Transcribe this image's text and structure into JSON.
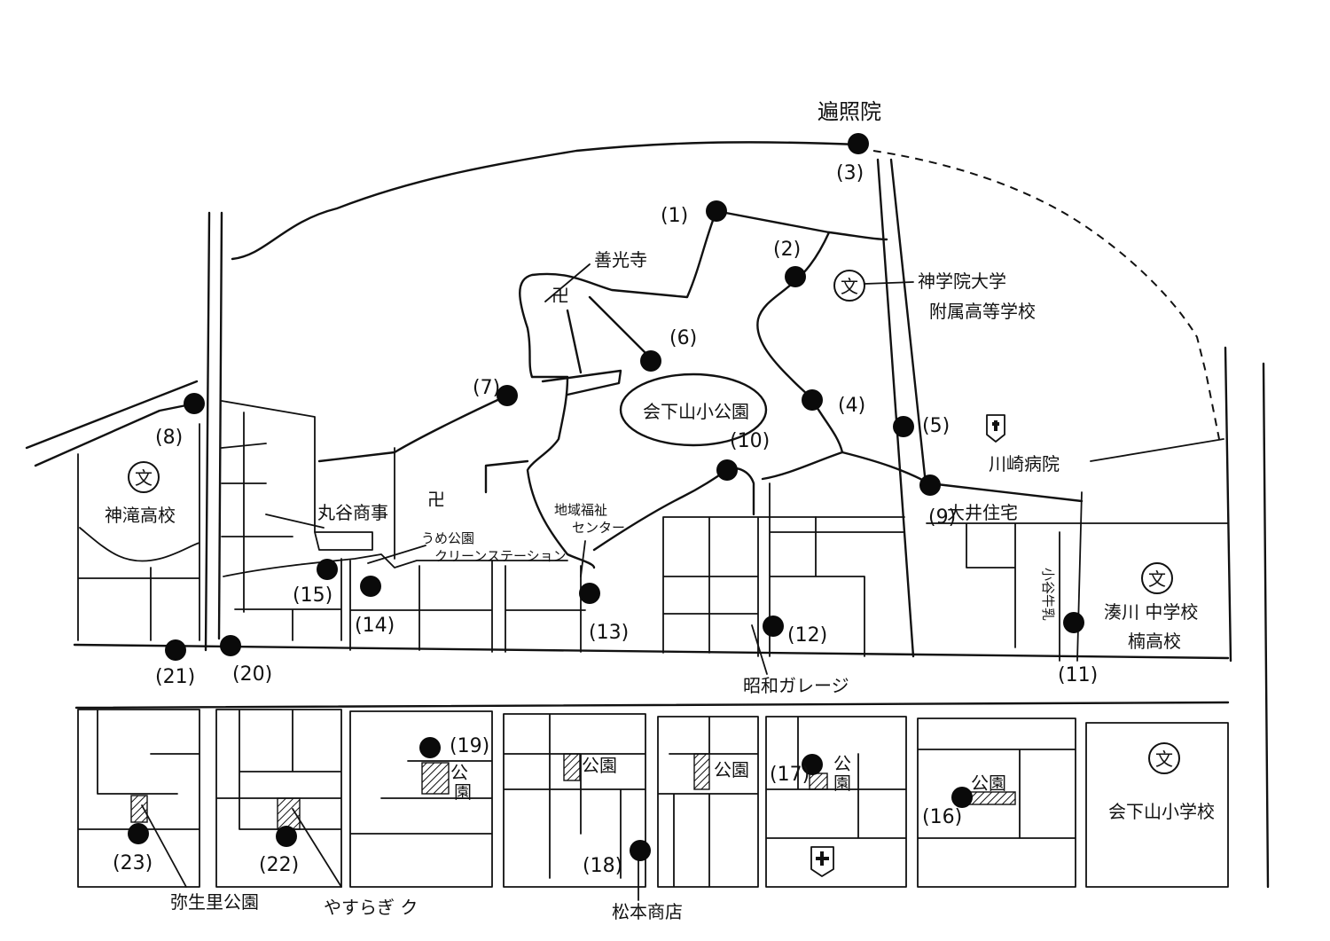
{
  "landmarks": {
    "henshoin": "遍照院",
    "zenkoji": "善光寺",
    "kanrin_highschool": "神学院大学\n附属高等学校",
    "kanrin_line1": "神学院大学",
    "kanrin_line2": "附属高等学校",
    "park_main": "会下山小公園",
    "kawasaki": "川崎病院",
    "oi": "大井住宅",
    "kantaki": "神滝高校",
    "marutani": "丸谷商事",
    "ume_park": "うめ公園",
    "clean_station": "クリーンステーション",
    "chiiki_line1": "地域福祉",
    "chiiki_line2": "センター",
    "showa": "昭和ガレージ",
    "kotani_milk": "小谷牛乳",
    "minatogawa_line1": "湊川 中学校",
    "minatogawa_line2": "楠高校",
    "eshita_school": "会下山小学校",
    "yasuri_park": "弥生里公園",
    "yasuragi": "やすらぎ ク",
    "matsumoto": "松本商店",
    "park_generic": "公園",
    "park_19": "公\n園",
    "park_19a": "公",
    "park_19b": "園",
    "park_17a": "公",
    "park_17b": "園",
    "school_symbol": "文",
    "temple_symbol": "卍"
  },
  "markers": [
    {
      "id": "1",
      "label": "(1)"
    },
    {
      "id": "2",
      "label": "(2)"
    },
    {
      "id": "3",
      "label": "(3)"
    },
    {
      "id": "4",
      "label": "(4)"
    },
    {
      "id": "5",
      "label": "(5)"
    },
    {
      "id": "6",
      "label": "(6)"
    },
    {
      "id": "7",
      "label": "(7)"
    },
    {
      "id": "8",
      "label": "(8)"
    },
    {
      "id": "9",
      "label": "(9)"
    },
    {
      "id": "10",
      "label": "(10)"
    },
    {
      "id": "11",
      "label": "(11)"
    },
    {
      "id": "12",
      "label": "(12)"
    },
    {
      "id": "13",
      "label": "(13)"
    },
    {
      "id": "14",
      "label": "(14)"
    },
    {
      "id": "15",
      "label": "(15)"
    },
    {
      "id": "16",
      "label": "(16)"
    },
    {
      "id": "17",
      "label": "(17)"
    },
    {
      "id": "18",
      "label": "(18)"
    },
    {
      "id": "19",
      "label": "(19)"
    },
    {
      "id": "20",
      "label": "(20)"
    },
    {
      "id": "21",
      "label": "(21)"
    },
    {
      "id": "22",
      "label": "(22)"
    },
    {
      "id": "23",
      "label": "(23)"
    }
  ],
  "colors": {
    "ink": "#111111",
    "paper": "#ffffff"
  }
}
